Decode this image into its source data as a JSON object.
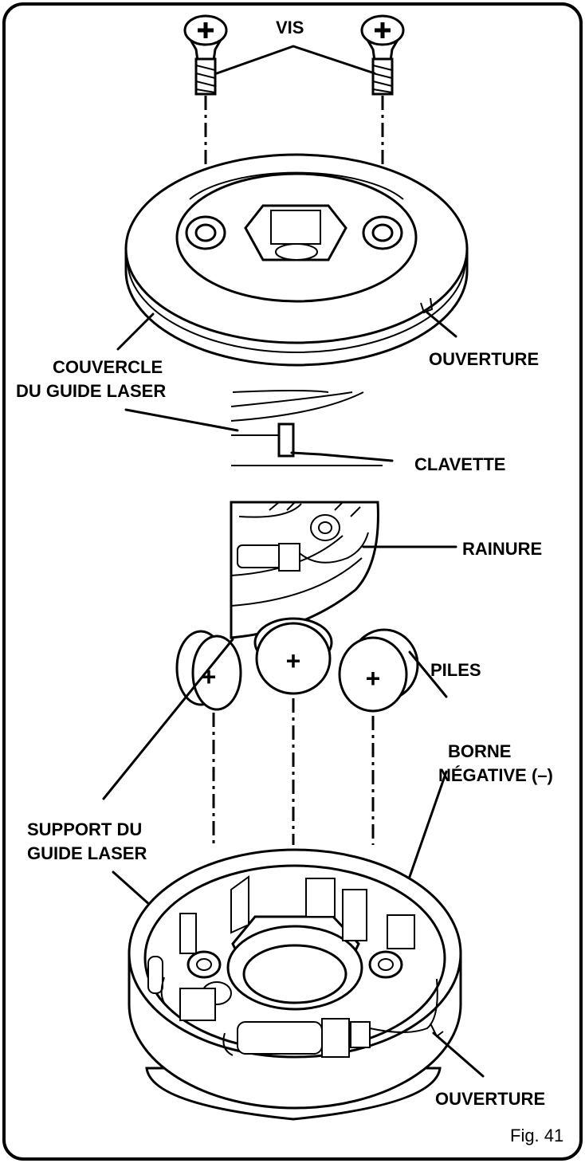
{
  "labels": {
    "vis": "VIS",
    "couvercle_1": "COUVERCLE",
    "couvercle_2": "DU GUIDE LASER",
    "ouverture_top": "OUVERTURE",
    "clavette": "CLAVETTE",
    "rainure": "RAINURE",
    "piles": "PILES",
    "borne_1": "BORNE",
    "borne_2": "NÉGATIVE (–)",
    "support_1": "SUPPORT DU",
    "support_2": "GUIDE LASER",
    "ouverture_bottom": "OUVERTURE",
    "figure": "Fig. 41"
  },
  "symbols": {
    "plus": "+"
  }
}
